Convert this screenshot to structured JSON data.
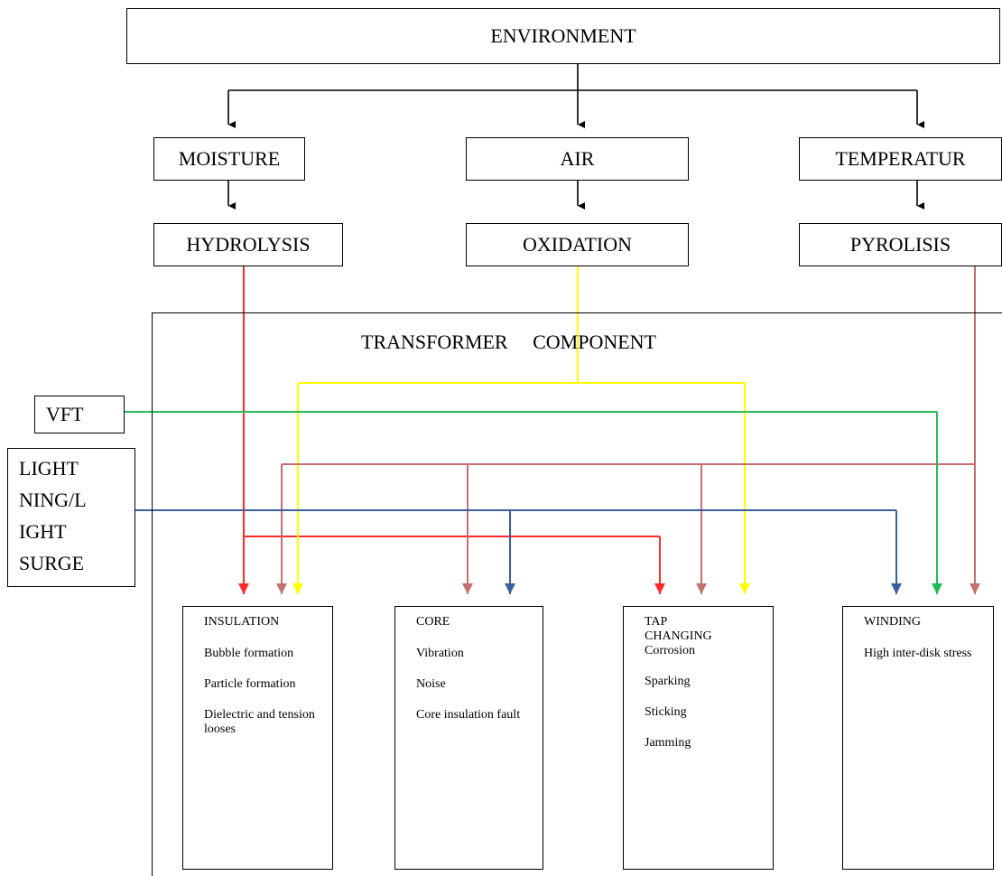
{
  "environment": {
    "label": "ENVIRONMENT"
  },
  "factors": [
    {
      "label": "MOISTURE",
      "process": "HYDROLYSIS"
    },
    {
      "label": "AIR",
      "process": "OXIDATION"
    },
    {
      "label": "TEMPERATUR",
      "process": "PYROLISIS"
    }
  ],
  "transformer_component": {
    "label": "TRANSFORMER     COMPONENT"
  },
  "inputs": [
    {
      "label": "VFT"
    },
    {
      "label": "LIGHT\nNING/L\nIGHT\nSURGE"
    }
  ],
  "components": [
    {
      "title": "INSULATION",
      "items": [
        "Bubble formation",
        "Particle formation",
        "Dielectric and tension looses"
      ]
    },
    {
      "title": "CORE",
      "items": [
        "Vibration",
        "Noise",
        "Core insulation fault"
      ]
    },
    {
      "title": "TAP CHANGING",
      "items": [
        "Corrosion",
        "Sparking",
        "Sticking",
        "Jamming"
      ]
    },
    {
      "title": "WINDING",
      "items": [
        "High inter-disk stress"
      ]
    }
  ],
  "colors": {
    "hydrolysis": "#ff2a2a",
    "oxidation": "#ffff00",
    "pyrolysis": "#c47070",
    "vft": "#22bb55",
    "lightning": "#3a5f9a"
  }
}
